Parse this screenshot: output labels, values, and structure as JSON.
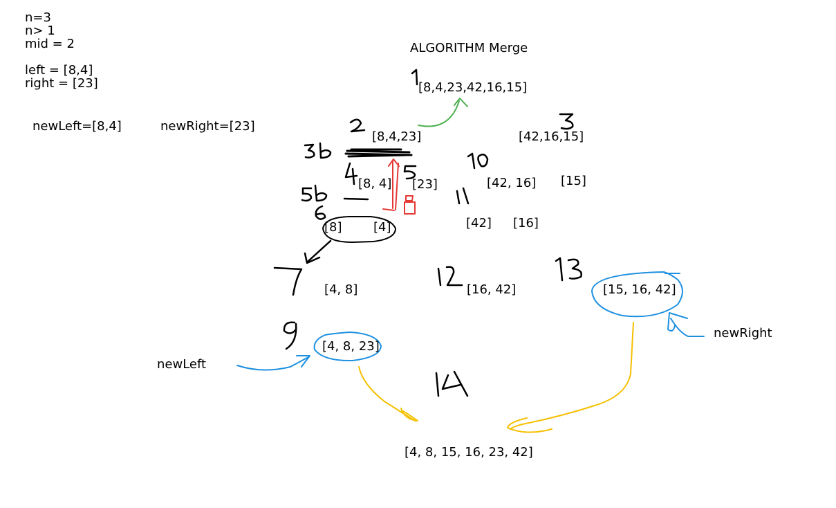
{
  "notes": [
    "n=3",
    "n> 1",
    "mid = 2",
    "",
    "left = [8,4]",
    "right = [23]"
  ],
  "labels": {
    "newLeftAssign": "newLeft=[8,4]",
    "newRightAssign": "newRight=[23]",
    "title": "ALGORITHM Merge",
    "newLeft": "newLeft",
    "newRight": "newRight"
  },
  "arrays": {
    "root": "[8,4,23,42,16,15]",
    "left3": "[8,4,23]",
    "right3": "[42,16,15]",
    "pair84": "[8, 4]",
    "single23": "[23]",
    "pair4216": "[42, 16]",
    "single15": "[15]",
    "single8": "[8]",
    "single4": "[4]",
    "single42": "[42]",
    "single16": "[16]",
    "merged48": "[4, 8]",
    "merged1642": "[16, 42]",
    "merged151642": "[15, 16, 42]",
    "merged4823": "[4, 8, 23]",
    "final": "[4, 8, 15, 16, 23, 42]"
  },
  "colors": {
    "ink": "#000000",
    "green": "#4caf50",
    "red": "#e53935",
    "blue": "#1e90e0",
    "yellow": "#f5c000"
  }
}
